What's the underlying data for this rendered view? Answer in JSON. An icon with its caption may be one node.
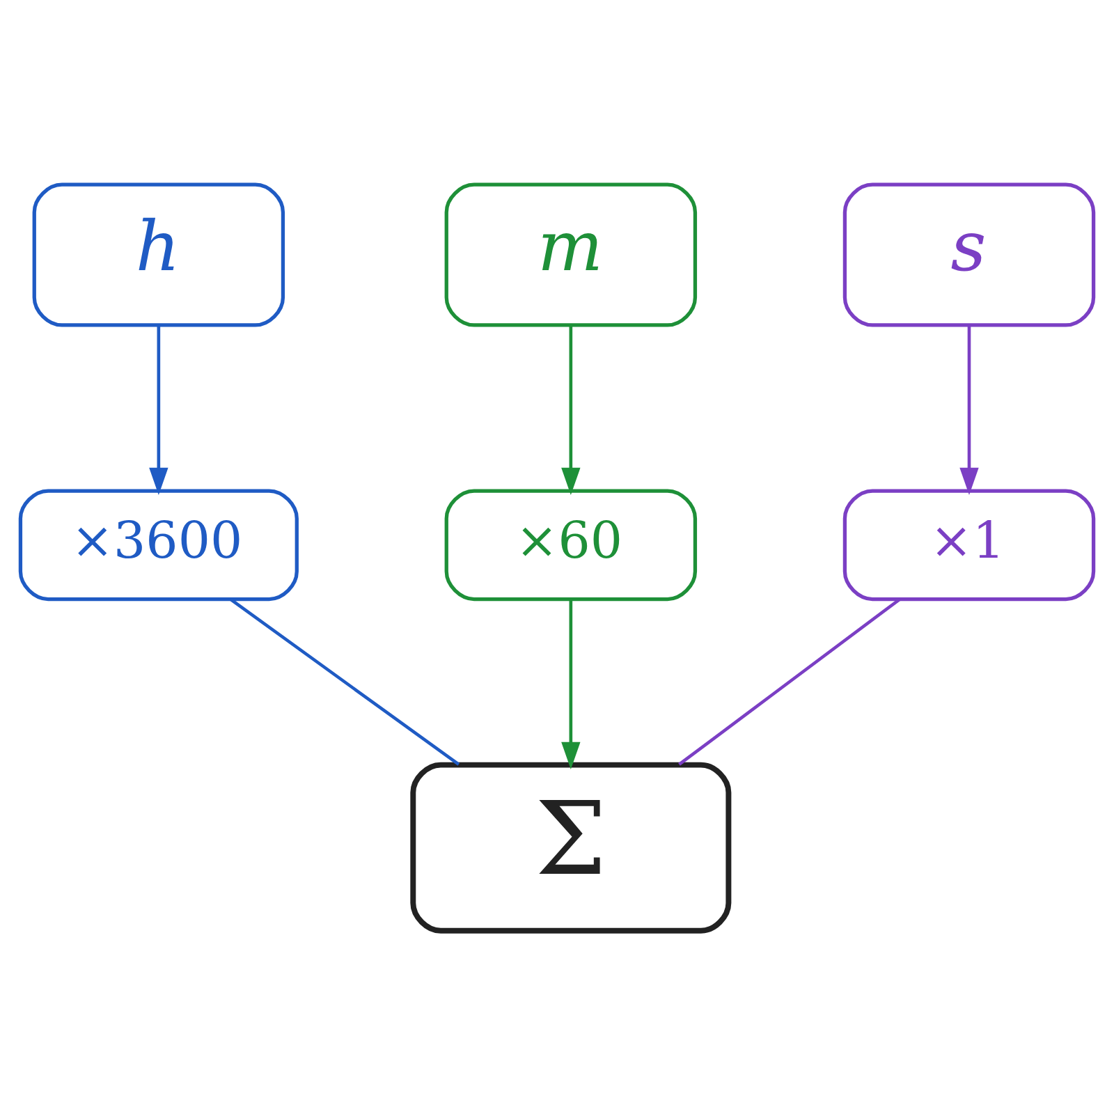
{
  "diagram": {
    "nodes": [
      {
        "text": [
          "h"
        ]
      },
      {
        "text": [
          "m"
        ]
      },
      {
        "text": [
          "s"
        ]
      },
      {
        "text": [
          "×3600"
        ]
      },
      {
        "text": [
          "×60"
        ]
      },
      {
        "text": [
          "×1"
        ]
      },
      {
        "text": [
          "Σ"
        ]
      }
    ],
    "edges": [
      {
        "from": 0,
        "to": 3,
        "arrow": "to",
        "color": "#1f5bc4"
      },
      {
        "from": 1,
        "to": 4,
        "arrow": "to",
        "color": "#1e9038"
      },
      {
        "from": 2,
        "to": 5,
        "arrow": "to",
        "color": "#7b3fc4"
      },
      {
        "from": 3,
        "to": 6,
        "arrow": "none",
        "color": "#1f5bc4"
      },
      {
        "from": 4,
        "to": 6,
        "arrow": "to",
        "color": "#1e9038"
      },
      {
        "from": 5,
        "to": 6,
        "arrow": "none",
        "color": "#7b3fc4"
      }
    ]
  }
}
